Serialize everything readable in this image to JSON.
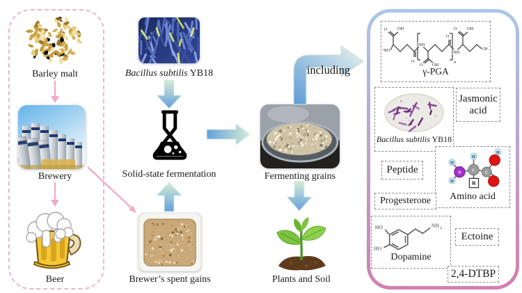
{
  "figure": {
    "left_group": {
      "barley_label": "Barley malt",
      "brewery_label": "Brewery",
      "beer_label": "Beer"
    },
    "middle": {
      "bacillus_species": "Bacillus subtilis",
      "bacillus_strain": "YB18",
      "fermentation_label": "Solid-state fermentation",
      "spent_grains_label": "Brewer’s spent gains",
      "fermenting_grains_label": "Fermenting grains",
      "including_label": "including",
      "plants_label": "Plants and Soil"
    },
    "panel": {
      "gamma_pga": {
        "label": "γ-PGA",
        "atoms": {
          "oh": "OH",
          "o": "O",
          "ho": "HO",
          "nh": "NH",
          "n": "n"
        }
      },
      "bacillus": {
        "species": "Bacillus subtilis",
        "strain": "YB18"
      },
      "jasmonic_acid_label": "Jasmonic acid",
      "peptide_label": "Peptide",
      "progesterone_label": "Progesterone",
      "amino_acid": {
        "label": "Amino acid",
        "n": "N",
        "c": "C",
        "r": "R",
        "h": "H"
      },
      "dopamine": {
        "label": "Dopamine",
        "ho": "HO",
        "nh": "NH",
        "sub2": "2"
      },
      "ectoine_label": "Ectoine",
      "dtbp_label": "2,4-DTBP"
    },
    "colors": {
      "pink_arrow": "#f2aac5",
      "dashed_group_border": "#efb4c9",
      "panel_border_top": "#a9c7e8",
      "panel_border_bottom": "#d27fb0",
      "arrow_blue": "#63a0da",
      "arrow_green": "#d6ecd6",
      "box_dash": "#8a8a8a"
    }
  }
}
